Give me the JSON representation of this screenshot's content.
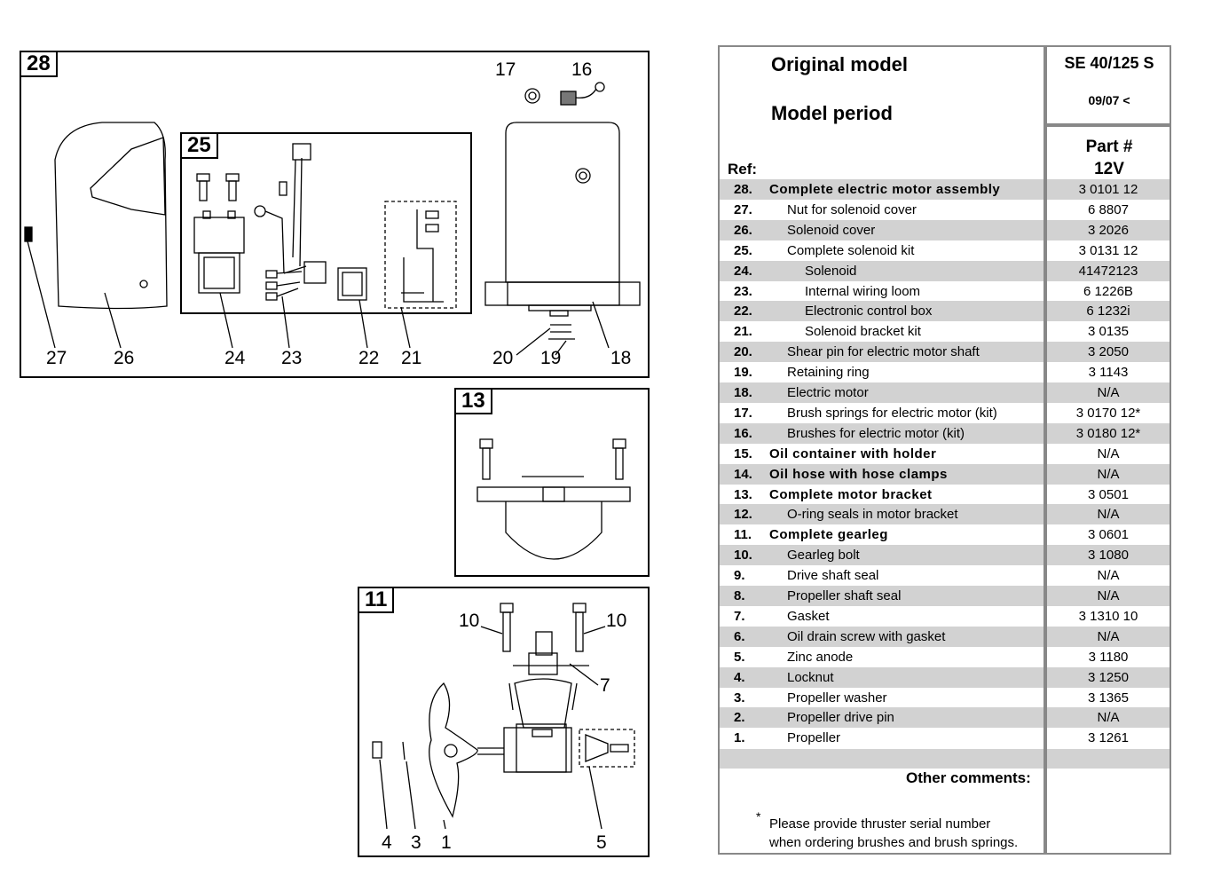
{
  "diagram": {
    "box28": {
      "label": "28",
      "callouts": [
        "27",
        "26",
        "24",
        "23",
        "22",
        "21",
        "20",
        "19",
        "18",
        "17",
        "16"
      ]
    },
    "box25": {
      "label": "25"
    },
    "box13": {
      "label": "13"
    },
    "box11": {
      "label": "11",
      "callouts": [
        "10",
        "10",
        "7",
        "4",
        "3",
        "1",
        "5"
      ]
    }
  },
  "table": {
    "original_model_label": "Original model",
    "model_period_label": "Model period",
    "model": "SE 40/125 S",
    "period": "09/07 <",
    "ref_label": "Ref:",
    "part_label": "Part #",
    "voltage": "12V",
    "rows": [
      {
        "ref": "28.",
        "desc": "Complete electric motor assembly",
        "part": "3 0101 12",
        "level": 0
      },
      {
        "ref": "27.",
        "desc": "Nut for solenoid cover",
        "part": "6 8807",
        "level": 1
      },
      {
        "ref": "26.",
        "desc": "Solenoid cover",
        "part": "3 2026",
        "level": 1
      },
      {
        "ref": "25.",
        "desc": "Complete solenoid kit",
        "part": "3 0131 12",
        "level": 1
      },
      {
        "ref": "24.",
        "desc": "Solenoid",
        "part": "41472123",
        "level": 2
      },
      {
        "ref": "23.",
        "desc": "Internal wiring loom",
        "part": "6 1226B",
        "level": 2
      },
      {
        "ref": "22.",
        "desc": "Electronic control box",
        "part": "6 1232i",
        "level": 2
      },
      {
        "ref": "21.",
        "desc": "Solenoid bracket kit",
        "part": "3 0135",
        "level": 2
      },
      {
        "ref": "20.",
        "desc": "Shear pin for electric motor shaft",
        "part": "3 2050",
        "level": 1
      },
      {
        "ref": "19.",
        "desc": "Retaining ring",
        "part": "3 1143",
        "level": 1
      },
      {
        "ref": "18.",
        "desc": "Electric motor",
        "part": "N/A",
        "level": 1
      },
      {
        "ref": "17.",
        "desc": "Brush springs for electric motor (kit)",
        "part": "3 0170 12*",
        "level": 1
      },
      {
        "ref": "16.",
        "desc": "Brushes for electric motor (kit)",
        "part": "3 0180 12*",
        "level": 1
      },
      {
        "ref": "15.",
        "desc": "Oil container with holder",
        "part": "N/A",
        "level": 0
      },
      {
        "ref": "14.",
        "desc": "Oil hose with hose clamps",
        "part": "N/A",
        "level": 0
      },
      {
        "ref": "13.",
        "desc": "Complete motor bracket",
        "part": "3 0501",
        "level": 0
      },
      {
        "ref": "12.",
        "desc": "O-ring seals in motor bracket",
        "part": "N/A",
        "level": 1
      },
      {
        "ref": "11.",
        "desc": "Complete gearleg",
        "part": "3 0601",
        "level": 0
      },
      {
        "ref": "10.",
        "desc": "Gearleg bolt",
        "part": "3 1080",
        "level": 1
      },
      {
        "ref": "9.",
        "desc": "Drive shaft seal",
        "part": "N/A",
        "level": 1
      },
      {
        "ref": "8.",
        "desc": "Propeller shaft seal",
        "part": "N/A",
        "level": 1
      },
      {
        "ref": "7.",
        "desc": "Gasket",
        "part": "3 1310 10",
        "level": 1
      },
      {
        "ref": "6.",
        "desc": "Oil drain screw with gasket",
        "part": "N/A",
        "level": 1
      },
      {
        "ref": "5.",
        "desc": "Zinc anode",
        "part": "3 1180",
        "level": 1
      },
      {
        "ref": "4.",
        "desc": "Locknut",
        "part": "3 1250",
        "level": 1
      },
      {
        "ref": "3.",
        "desc": "Propeller washer",
        "part": "3 1365",
        "level": 1
      },
      {
        "ref": "2.",
        "desc": "Propeller drive pin",
        "part": "N/A",
        "level": 1
      },
      {
        "ref": "1.",
        "desc": "Propeller",
        "part": "3 1261",
        "level": 1
      }
    ],
    "other_comments_label": "Other comments:",
    "footnote_mark": "*",
    "footnote_line1": "Please provide thruster serial number",
    "footnote_line2": "when ordering brushes and brush springs."
  }
}
